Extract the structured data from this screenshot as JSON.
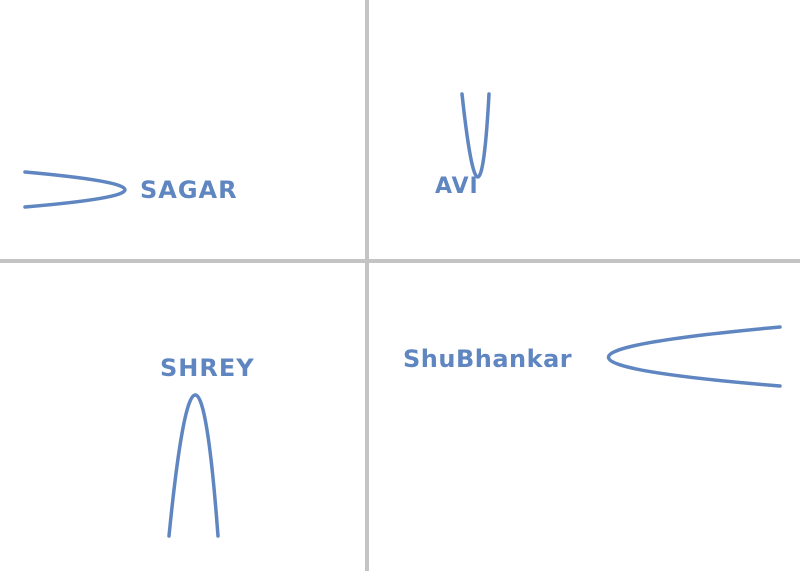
{
  "colors": {
    "curve": "#5f86c0",
    "label": "#5f86c0",
    "divider": "#c4c4c4",
    "background": "#ffffff"
  },
  "quadrants": [
    {
      "position": "top-left",
      "label": "SAGAR",
      "opening": "left"
    },
    {
      "position": "top-right",
      "label": "AVI",
      "opening": "up"
    },
    {
      "position": "bottom-left",
      "label": "SHREY",
      "opening": "down"
    },
    {
      "position": "bottom-right",
      "label": "ShuBhankar",
      "opening": "right"
    }
  ]
}
